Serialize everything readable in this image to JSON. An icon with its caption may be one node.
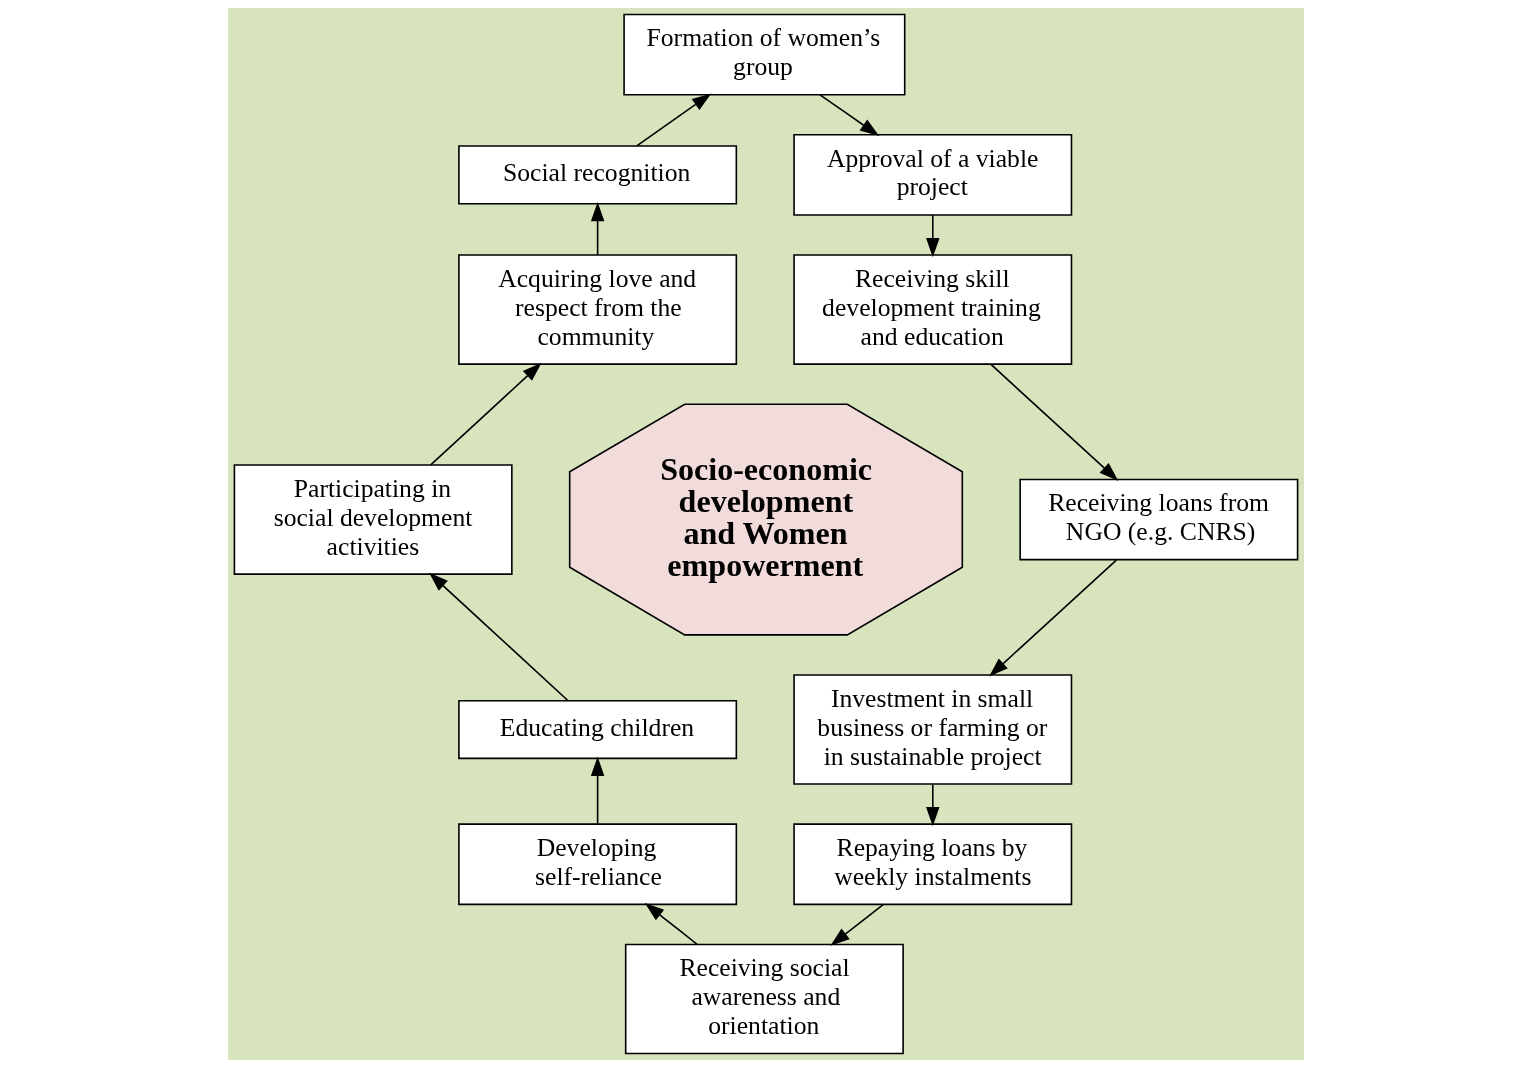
{
  "diagram": {
    "nodes": [
      {
        "text": [
          "Formation of women’s group"
        ]
      },
      {
        "text": [
          "Approval of a viable project"
        ]
      },
      {
        "text": [
          "Receiving skill development training and education"
        ]
      },
      {
        "text": [
          "Receiving loans from NGO (e.g. CNRS)"
        ]
      },
      {
        "text": [
          "Investment in small business or farming or in sustainable project"
        ]
      },
      {
        "text": [
          "Repaying loans by weekly instalments"
        ]
      },
      {
        "text": [
          "Receiving social awareness and orientation"
        ]
      },
      {
        "text": [
          "Developing self-reliance"
        ]
      },
      {
        "text": [
          "Educating children"
        ]
      },
      {
        "text": [
          "Participating in social development activities"
        ]
      },
      {
        "text": [
          "Acquiring love and respect from the community"
        ]
      },
      {
        "text": [
          "Social recognition"
        ]
      },
      {
        "text": [
          "Socio-economic development and Women empowerment"
        ]
      }
    ],
    "edges": [
      {
        "from": 0,
        "to": 1,
        "arrow": "to"
      },
      {
        "from": 1,
        "to": 2,
        "arrow": "to"
      },
      {
        "from": 2,
        "to": 3,
        "arrow": "to"
      },
      {
        "from": 3,
        "to": 4,
        "arrow": "to"
      },
      {
        "from": 4,
        "to": 5,
        "arrow": "to"
      },
      {
        "from": 5,
        "to": 6,
        "arrow": "to"
      },
      {
        "from": 6,
        "to": 7,
        "arrow": "to"
      },
      {
        "from": 7,
        "to": 8,
        "arrow": "to"
      },
      {
        "from": 8,
        "to": 9,
        "arrow": "to"
      },
      {
        "from": 9,
        "to": 10,
        "arrow": "to"
      },
      {
        "from": 10,
        "to": 11,
        "arrow": "to"
      },
      {
        "from": 11,
        "to": 0,
        "arrow": "to"
      }
    ]
  }
}
